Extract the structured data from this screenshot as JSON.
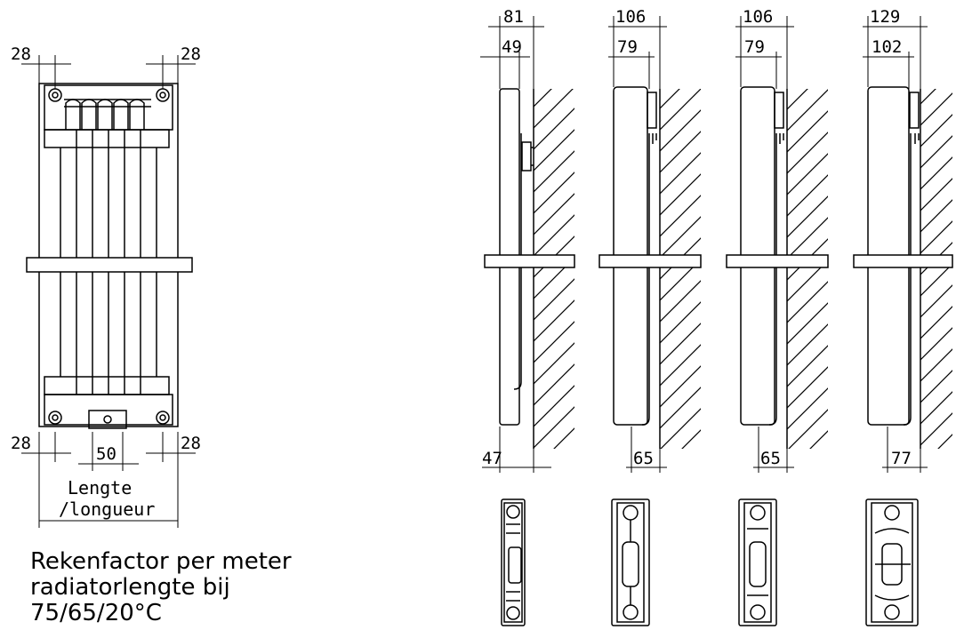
{
  "front_view": {
    "dims": {
      "top_left": "28",
      "top_right": "28",
      "bottom_left": "28",
      "bottom_center": "50",
      "bottom_right": "28"
    },
    "length_label": [
      "Lengte",
      "/longueur"
    ]
  },
  "side_views": [
    {
      "top_outer": "81",
      "top_inner": "49",
      "bottom": "47"
    },
    {
      "top_outer": "106",
      "top_inner": "79",
      "bottom": "65"
    },
    {
      "top_outer": "106",
      "top_inner": "79",
      "bottom": "65"
    },
    {
      "top_outer": "129",
      "top_inner": "102",
      "bottom": "77"
    }
  ],
  "caption": [
    "Rekenfactor per meter",
    "radiatorlengte bij",
    "75/65/20°C"
  ]
}
